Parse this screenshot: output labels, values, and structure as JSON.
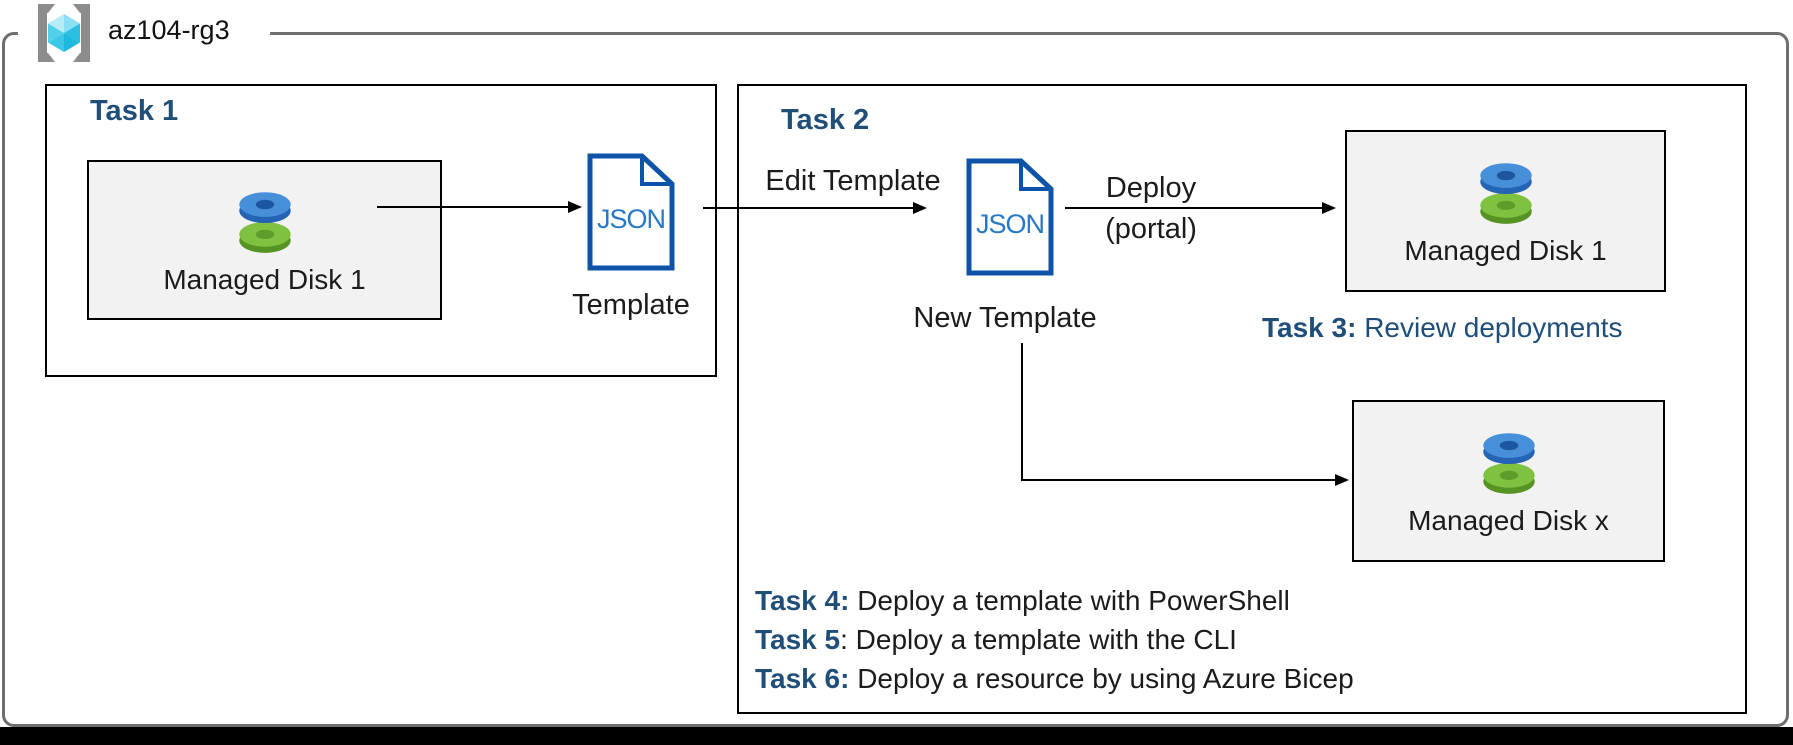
{
  "resource_group": {
    "name": "az104-rg3"
  },
  "colors": {
    "heading_blue": "#1F4E79",
    "json_icon_border": "#0d53a7",
    "json_icon_text": "#2878c8",
    "disk_blue": "#4790d9",
    "disk_green": "#7fc241",
    "box_fill": "#f2f2f2",
    "outer_border_gray": "#6e6e6e"
  },
  "task1": {
    "title": "Task 1",
    "disk_box": {
      "label": "Managed Disk 1"
    },
    "json_icon_label": "JSON",
    "template_label": "Template"
  },
  "task2": {
    "title": "Task 2",
    "edit_template_label": "Edit Template",
    "json_icon_label": "JSON",
    "new_template_label": "New Template",
    "deploy_label": "Deploy",
    "deploy_sublabel": "(portal)",
    "disk_box_1": {
      "label": "Managed Disk 1"
    },
    "disk_box_x": {
      "label": "Managed Disk x"
    },
    "task3": {
      "prefix": "Task 3:",
      "text": " Review deployments"
    },
    "task_list": [
      {
        "prefix": "Task 4:",
        "text": " Deploy a template with PowerShell"
      },
      {
        "prefix": "Task 5",
        "text": ": Deploy a template with the CLI"
      },
      {
        "prefix": "Task 6:",
        "text": " Deploy a resource by using Azure Bicep"
      }
    ]
  }
}
